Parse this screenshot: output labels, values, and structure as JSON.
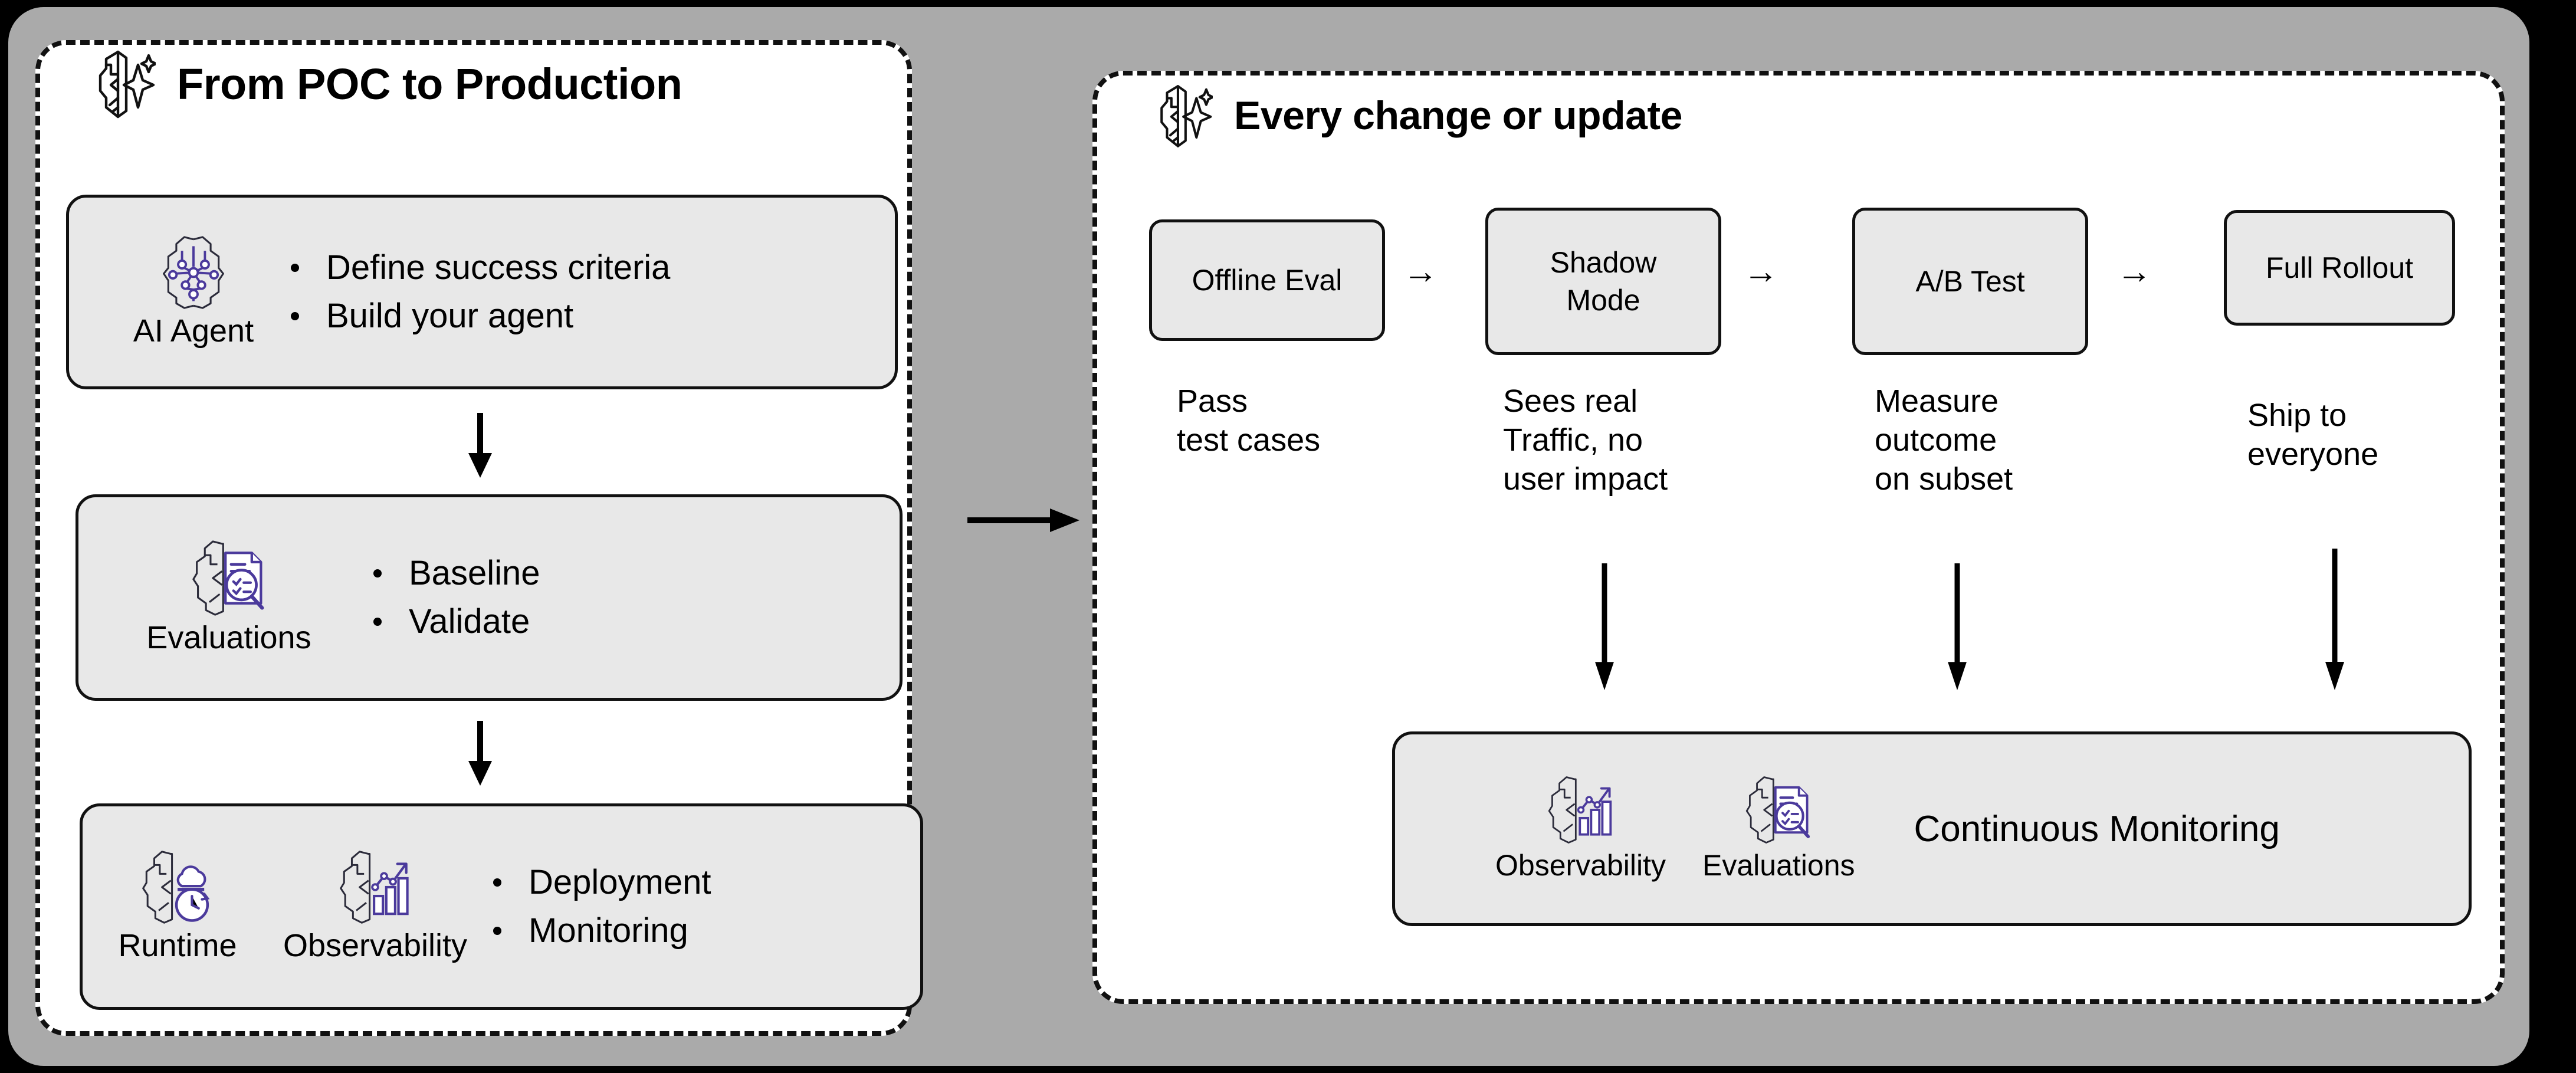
{
  "theme": {
    "background": "#000000",
    "frame": "#aaaaaa",
    "panel": "#ffffff",
    "card": "#e8e8e8",
    "stroke": "#111111",
    "accent_purple": "#4b3a9c"
  },
  "left_panel": {
    "title": "From POC to Production",
    "title_icon": "brain-sparkle-icon",
    "cards": [
      {
        "icons": [
          {
            "name": "ai-agent-icon",
            "caption": "AI Agent"
          }
        ],
        "bullets": [
          "Define success criteria",
          "Build your agent"
        ]
      },
      {
        "icons": [
          {
            "name": "evaluations-icon",
            "caption": "Evaluations"
          }
        ],
        "bullets": [
          "Baseline",
          "Validate"
        ]
      },
      {
        "icons": [
          {
            "name": "runtime-icon",
            "caption": "Runtime"
          },
          {
            "name": "observability-icon",
            "caption": "Observability"
          }
        ],
        "bullets": [
          "Deployment",
          "Monitoring"
        ]
      }
    ]
  },
  "connector": {
    "panel_to_panel": "right-arrow-icon",
    "card_flow": [
      "down-arrow-icon",
      "down-arrow-icon"
    ]
  },
  "right_panel": {
    "title": "Every change or update",
    "title_icon": "brain-sparkle-icon",
    "pipeline": [
      {
        "label": "Offline Eval",
        "caption": "Pass\ntest cases"
      },
      {
        "label": "Shadow\nMode",
        "caption": "Sees real\nTraffic, no\nuser impact"
      },
      {
        "label": "A/B Test",
        "caption": "Measure\noutcome\non subset"
      },
      {
        "label": "Full Rollout",
        "caption": "Ship to\neveryone"
      }
    ],
    "pipeline_arrows": [
      "→",
      "→",
      "→"
    ],
    "monitor": {
      "label": "Continuous Monitoring",
      "icons": [
        {
          "name": "observability-icon",
          "caption": "Observability"
        },
        {
          "name": "evaluations-icon",
          "caption": "Evaluations"
        }
      ]
    }
  }
}
